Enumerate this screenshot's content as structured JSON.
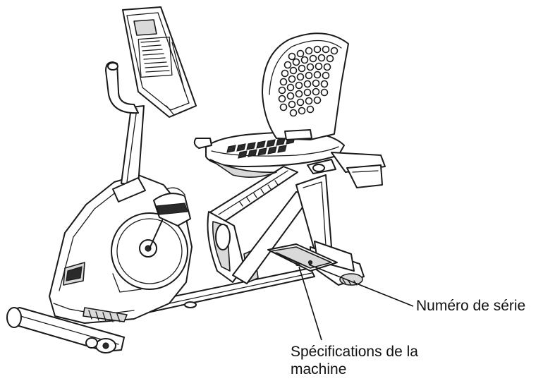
{
  "labels": {
    "serial_number": "Numéro de série",
    "machine_specs_line1": "Spécifications de la",
    "machine_specs_line2": "machine"
  }
}
